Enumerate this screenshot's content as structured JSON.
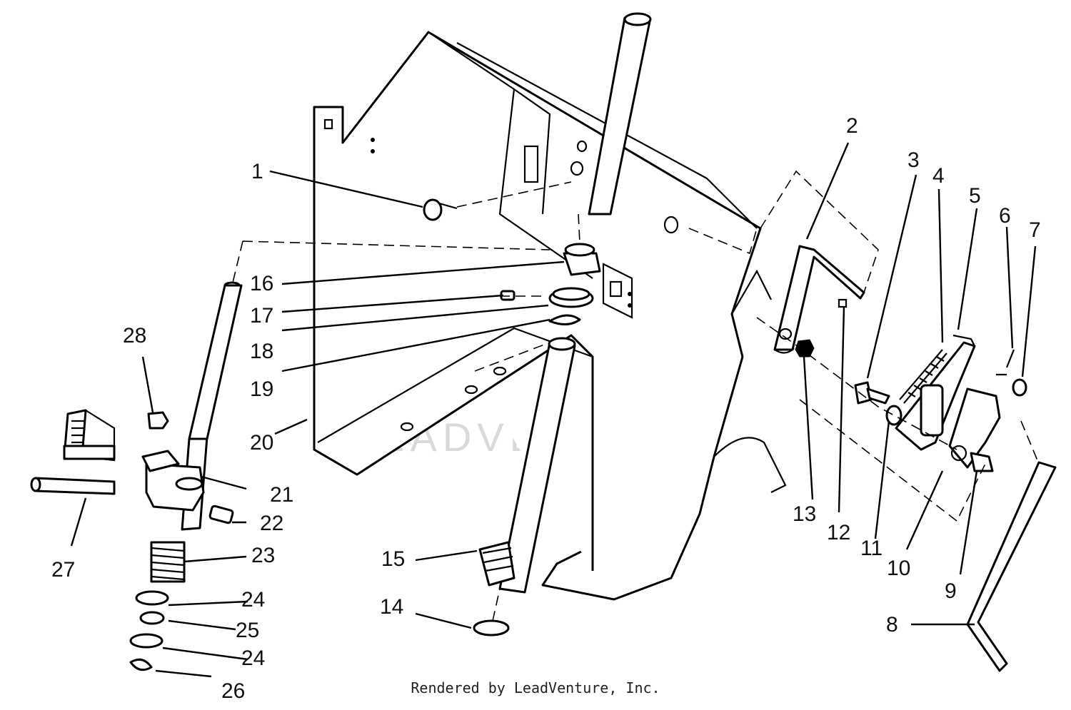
{
  "watermark": "LEADVENTURE",
  "footer": "Rendered by LeadVenture, Inc.",
  "callouts": [
    "1",
    "2",
    "3",
    "4",
    "5",
    "6",
    "7",
    "8",
    "9",
    "10",
    "11",
    "12",
    "13",
    "14",
    "15",
    "16",
    "17",
    "18",
    "19",
    "20",
    "21",
    "22",
    "23",
    "24",
    "24",
    "25",
    "26",
    "27",
    "28"
  ]
}
